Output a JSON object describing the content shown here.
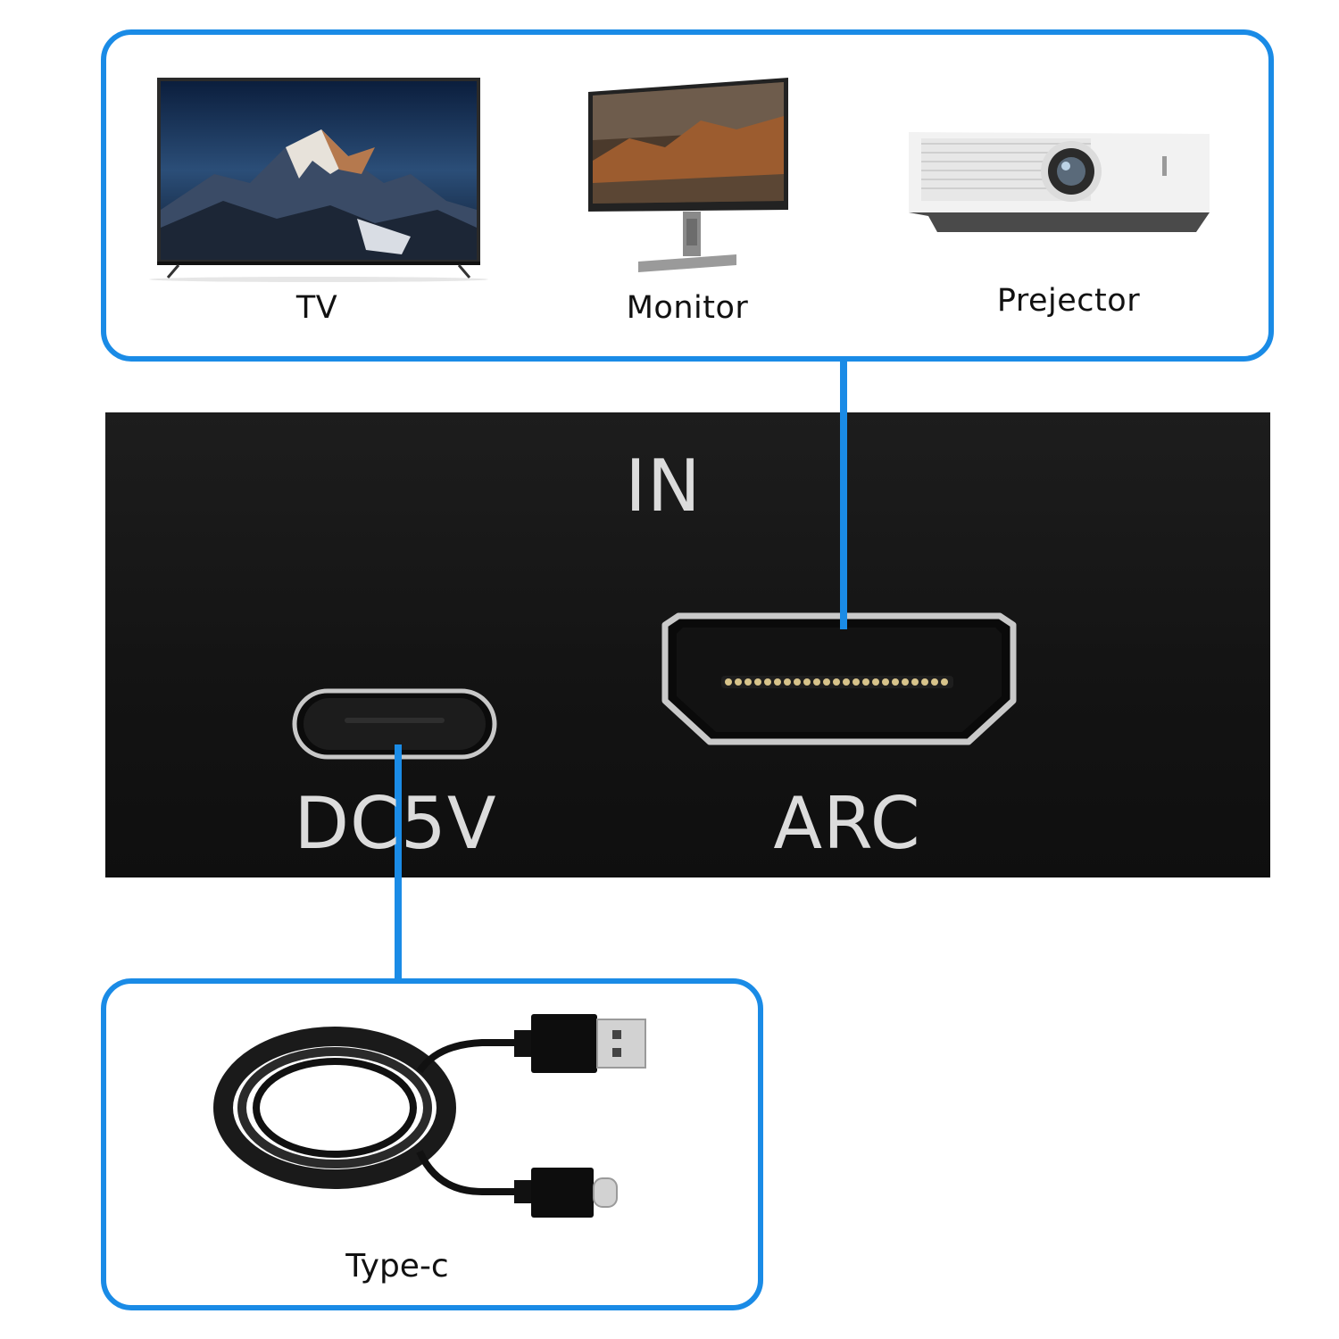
{
  "displays": {
    "tv_label": "TV",
    "monitor_label": "Monitor",
    "projector_label": "Prejector"
  },
  "panel": {
    "in_label": "IN",
    "dc_label": "DC5V",
    "arc_label": "ARC"
  },
  "power": {
    "cable_label": "Type-c"
  },
  "colors": {
    "accent": "#1a8be6",
    "panel": "#151515",
    "label_light": "#dcdcdc"
  },
  "icons": [
    "tv-icon",
    "monitor-icon",
    "projector-icon",
    "usb-c-port-icon",
    "hdmi-port-icon",
    "usb-cable-icon"
  ]
}
